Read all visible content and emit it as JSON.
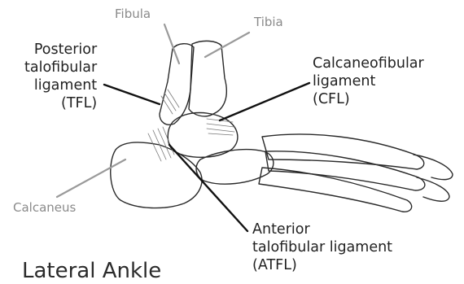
{
  "labels": {
    "fibula": "Fibula",
    "tibia": "Tibia",
    "calcaneus": "Calcaneus",
    "ptfl": [
      "Posterior",
      "talofibular",
      "ligament",
      "(TFL)"
    ],
    "cfl": [
      "Calcaneofibular",
      "ligament",
      "(CFL)"
    ],
    "atfl": [
      "Anterior",
      "talofibular ligament",
      "(ATFL)"
    ]
  },
  "title": "Lateral Ankle",
  "colors": {
    "pointer_dark": "#111111",
    "pointer_gray": "#9a9a9a",
    "outline": "#2a2a2a"
  }
}
